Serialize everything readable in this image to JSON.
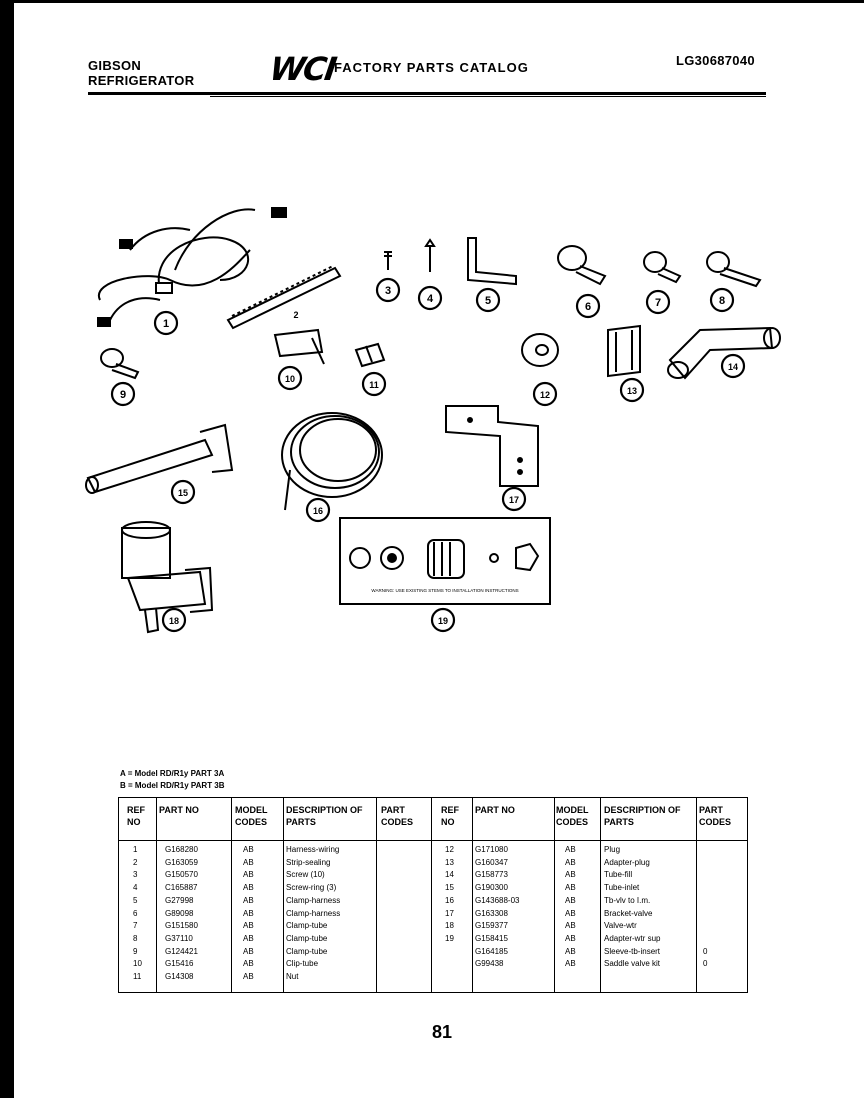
{
  "header": {
    "brand_line1": "GIBSON",
    "brand_line2": "REFRIGERATOR",
    "logo": "WCI",
    "catalog_title": "FACTORY PARTS CATALOG",
    "catalog_code": "LG30687040"
  },
  "diagram": {
    "callouts": [
      "1",
      "2",
      "3",
      "4",
      "5",
      "6",
      "7",
      "8",
      "9",
      "10",
      "11",
      "12",
      "13",
      "14",
      "15",
      "16",
      "17",
      "18",
      "19"
    ],
    "part2_label": "2"
  },
  "legend": {
    "line_a": "A = Model RD/R1y PART 3A",
    "line_b": "B = Model RD/R1y PART 3B"
  },
  "table": {
    "headers": {
      "ref_no": "REF NO",
      "part_no": "PART NO",
      "model_codes": "MODEL CODES",
      "description": "DESCRIPTION OF PARTS",
      "part_codes": "PART CODES"
    },
    "left_rows": [
      {
        "ref": "1",
        "part": "G168280",
        "model": "AB",
        "desc": "Harness-wiring",
        "code": ""
      },
      {
        "ref": "2",
        "part": "G163059",
        "model": "AB",
        "desc": "Strip-sealing",
        "code": ""
      },
      {
        "ref": "3",
        "part": "G150570",
        "model": "AB",
        "desc": "Screw (10)",
        "code": ""
      },
      {
        "ref": "4",
        "part": "C165887",
        "model": "AB",
        "desc": "Screw-ring (3)",
        "code": ""
      },
      {
        "ref": "5",
        "part": "G27998",
        "model": "AB",
        "desc": "Clamp-harness",
        "code": ""
      },
      {
        "ref": "6",
        "part": "G89098",
        "model": "AB",
        "desc": "Clamp-harness",
        "code": ""
      },
      {
        "ref": "7",
        "part": "G151580",
        "model": "AB",
        "desc": "Clamp-tube",
        "code": ""
      },
      {
        "ref": "8",
        "part": "G37110",
        "model": "AB",
        "desc": "Clamp-tube",
        "code": ""
      },
      {
        "ref": "9",
        "part": "G124421",
        "model": "AB",
        "desc": "Clamp-tube",
        "code": ""
      },
      {
        "ref": "10",
        "part": "G15416",
        "model": "AB",
        "desc": "Clip-tube",
        "code": ""
      },
      {
        "ref": "11",
        "part": "G14308",
        "model": "AB",
        "desc": "Nut",
        "code": ""
      }
    ],
    "right_rows": [
      {
        "ref": "12",
        "part": "G171080",
        "model": "AB",
        "desc": "Plug",
        "code": ""
      },
      {
        "ref": "13",
        "part": "G160347",
        "model": "AB",
        "desc": "Adapter-plug",
        "code": ""
      },
      {
        "ref": "14",
        "part": "G158773",
        "model": "AB",
        "desc": "Tube-fill",
        "code": ""
      },
      {
        "ref": "15",
        "part": "G190300",
        "model": "AB",
        "desc": "Tube-inlet",
        "code": ""
      },
      {
        "ref": "16",
        "part": "G143688-03",
        "model": "AB",
        "desc": "Tb-vlv to I.m.",
        "code": ""
      },
      {
        "ref": "17",
        "part": "G163308",
        "model": "AB",
        "desc": "Bracket-valve",
        "code": ""
      },
      {
        "ref": "18",
        "part": "G159377",
        "model": "AB",
        "desc": "Valve-wtr",
        "code": ""
      },
      {
        "ref": "19",
        "part": "G158415",
        "model": "AB",
        "desc": "Adapter-wtr sup",
        "code": ""
      },
      {
        "ref": "",
        "part": "G164185",
        "model": "AB",
        "desc": "Sleeve-tb-insert",
        "code": "0"
      },
      {
        "ref": "",
        "part": "G99438",
        "model": "AB",
        "desc": "Saddle valve kit",
        "code": "0"
      }
    ]
  },
  "footer": {
    "page_number": "81"
  },
  "kit_caption": "WARNING: USE EXISTING STEMS TO INSTALLATION INSTRUCTIONS"
}
